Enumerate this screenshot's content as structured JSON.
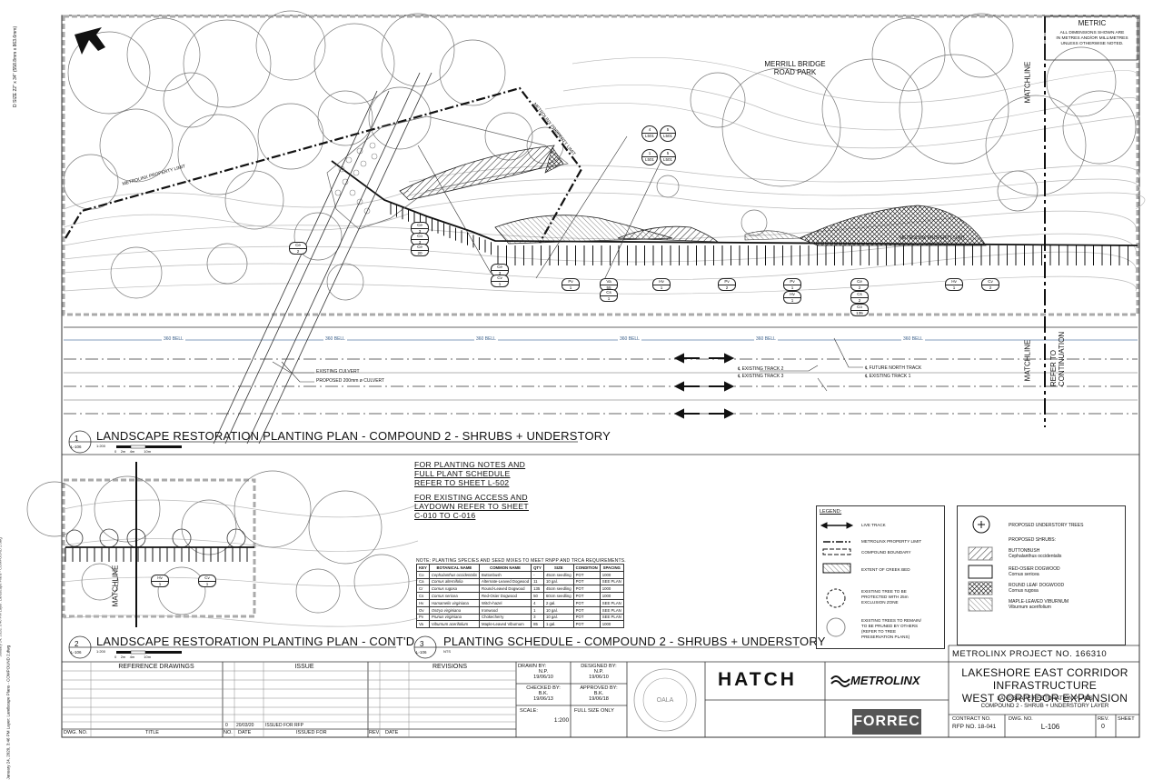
{
  "sheet_size": "D SIZE 22\" x 34\" (558.8mm x 863.6mm)",
  "metric": {
    "title": "METRIC",
    "note": [
      "ALL DIMENSIONS SHOWN ARE",
      "IN METRES AND/OR MILLIMETRES",
      "UNLESS OTHERWISE NOTED."
    ]
  },
  "plan_labels": {
    "park": [
      "MERRILL BRIDGE",
      "ROAD PARK"
    ],
    "property_limit": "METROLINX PROPERTY LIMIT",
    "property_limit_2": "METROLINX PROPERTY LIMIT",
    "property_limit_3": "METROLINX PROPERTY LIMIT",
    "matchline": "MATCHLINE",
    "matchline_2": "MATCHLINE",
    "matchline_3": "MATCHLINE",
    "refer_to": [
      "REFER TO",
      "CONTINUATION"
    ],
    "bell": "360 BELL",
    "existing_culvert": "EXISTING CULVERT",
    "proposed_culvert": "PROPOSED 200mm ø CULVERT",
    "track2": "℄ EXISTING TRACK 2",
    "track3": "℄ EXISTING TRACK 3",
    "future_north": "℄ FUTURE NORTH TRACK",
    "track1": "℄ EXISTING TRACK 1"
  },
  "tags": [
    {
      "code": "Ce",
      "qty": "2"
    },
    {
      "code": "Ce",
      "qty": "3"
    },
    {
      "code": "Co",
      "qty": "3"
    },
    {
      "code": "Ce",
      "qty": "20"
    },
    {
      "code": "Ce",
      "qty": "3"
    },
    {
      "code": "Cv",
      "qty": "1"
    },
    {
      "code": "Pv",
      "qty": "1"
    },
    {
      "code": "Va",
      "qty": "55"
    },
    {
      "code": "Cs",
      "qty": "1"
    },
    {
      "code": "Hv",
      "qty": "1"
    },
    {
      "code": "Pv",
      "qty": "2"
    },
    {
      "code": "Pv",
      "qty": "1"
    },
    {
      "code": "Ce",
      "qty": "2"
    },
    {
      "code": "Hv",
      "qty": "1"
    },
    {
      "code": "Cs",
      "qty": "2"
    },
    {
      "code": "Co",
      "qty": "135"
    },
    {
      "code": "Hv",
      "qty": "1"
    },
    {
      "code": "Cv",
      "qty": "2"
    },
    {
      "code": "Hv",
      "qty": "1"
    },
    {
      "code": "Cv",
      "qty": "1"
    }
  ],
  "detail_tags": [
    {
      "code": "4",
      "qty": "L501"
    },
    {
      "code": "5",
      "qty": "L501"
    },
    {
      "code": "1",
      "qty": "L501"
    },
    {
      "code": "5",
      "qty": "L501"
    }
  ],
  "title1": {
    "num": "1",
    "sheet": "L-106",
    "text": "LANDSCAPE RESTORATION PLANTING PLAN - COMPOUND 2 - SHRUBS + UNDERSTORY",
    "scale": "1:200",
    "ticks": [
      "0",
      "2m",
      "4m",
      "10m"
    ]
  },
  "title2": {
    "num": "2",
    "sheet": "L-106",
    "text": "LANDSCAPE RESTORATION PLANTING PLAN - CONT'D",
    "scale": "1:200",
    "ticks": [
      "0",
      "2m",
      "4m",
      "10m"
    ]
  },
  "title3": {
    "num": "3",
    "sheet": "L-106",
    "text": "PLANTING SCHEDULE - COMPOUND 2 - SHRUBS + UNDERSTORY",
    "scale": "NTS"
  },
  "notes": [
    [
      "FOR PLANTING NOTES AND",
      "FULL PLANT SCHEDULE",
      "REFER TO SHEET L-502"
    ],
    [
      "FOR EXISTING ACCESS AND",
      "LAYDOWN REFER TO SHEET",
      "C-010 TO C-016"
    ]
  ],
  "schedule": {
    "note": "NOTE: PLANTING SPECIES AND SEED MIXES TO MEET RNPP AND TRCA REQUIREMENTS.",
    "headers": [
      "KEY",
      "BOTANICAL NAME",
      "COMMON NAME",
      "QTY",
      "SIZE",
      "CONDITION",
      "SPACING"
    ],
    "rows": [
      [
        "Co",
        "Cephalanthus occidentalis",
        "Buttonbush",
        "-",
        "45cm seedling",
        "POT",
        "1000"
      ],
      [
        "Ca",
        "Cornus alternifolia",
        "Alternate-Leaved Dogwood",
        "11",
        "10 gal.",
        "POT",
        "SEE PLAN"
      ],
      [
        "Cr",
        "Cornus rugosa",
        "Round-Leaved Dogwood",
        "135",
        "45cm seedling",
        "POT",
        "1000"
      ],
      [
        "Cs",
        "Cornus sericea",
        "Red-Osier Dogwood",
        "50",
        "60cm seedling",
        "POT",
        "1000"
      ],
      [
        "Hv",
        "Hamamelis virginiana",
        "Witch-hazel",
        "4",
        "2 gal.",
        "POT",
        "SEE PLAN"
      ],
      [
        "Ov",
        "Ostrya virginiana",
        "Ironwood",
        "1",
        "10 gal.",
        "POT",
        "SEE PLAN"
      ],
      [
        "Pv",
        "Prunus virginiana",
        "Chokecherry",
        "3",
        "10 gal.",
        "POT",
        "SEE PLAN"
      ],
      [
        "Va",
        "Viburnum acerifolium",
        "Maple-Leaved Viburnum",
        "85",
        "1 gal.",
        "POT",
        "1000"
      ]
    ]
  },
  "legend": {
    "title": "LEGEND:",
    "items": [
      [
        "LIVE TRACK"
      ],
      [
        "METROLINX PROPERTY LIMIT"
      ],
      [
        "COMPOUND BOUNDARY"
      ],
      [
        "EXTENT OF CREEK BED"
      ],
      [
        "EXISTING TREE TO BE",
        "PROTECTED WITH 25m",
        "EXCLUSION ZONE"
      ],
      [
        "EXISTING TREES TO REMAIN/",
        "TO BE PRUNED BY OTHERS",
        "(REFER TO TREE",
        "PRESERVATION PLANS)"
      ]
    ]
  },
  "legend2": {
    "trees": "PROPOSED UNDERSTORY TREES",
    "shrubs": "PROPOSED SHRUBS:",
    "items": [
      [
        "BUTTONBUSH",
        "Cephalanthus occidentalis"
      ],
      [
        "RED-OSIER DOGWOOD",
        "Cornus sericea"
      ],
      [
        "ROUND LEAF DOGWOOD",
        "Cornus rugosa"
      ],
      [
        "MAPLE-LEAVED VIBURNUM",
        "Viburnum acerifolium"
      ]
    ]
  },
  "titleblock": {
    "reference_drawings": "REFERENCE DRAWINGS",
    "issue": "ISSUE",
    "revisions": "REVISIONS",
    "dwg_no": "DWG. NO.",
    "title": "TITLE",
    "no": "NO.",
    "date": "DATE",
    "issued_for": "ISSUED FOR",
    "rev": "REV.",
    "rev_date": "DATE",
    "issue_row": {
      "no": "0",
      "date": "20/03/20",
      "text": "ISSUED FOR RFP"
    },
    "drawn_by": [
      "DRAWN BY:",
      "N.P.",
      "19/06/10"
    ],
    "designed_by": [
      "DESIGNED BY:",
      "N.P.",
      "19/06/10"
    ],
    "checked_by": [
      "CHECKED BY:",
      "B.K.",
      "19/06/13"
    ],
    "approved_by": [
      "APPROVED BY:",
      "B.K.",
      "19/06/18"
    ],
    "scale_label": "SCALE:",
    "scale_note": "FULL SIZE ONLY",
    "scale_value": "1:200",
    "hatch": "HATCH",
    "metrolinx": "METROLINX",
    "forrec": "FORREC",
    "project": "METROLINX PROJECT NO.  166310",
    "title_lines": [
      "LAKESHORE EAST CORRIDOR INFRASTRUCTURE",
      "WEST CORRIDOR EXPANSION"
    ],
    "sub_lines": [
      "LANDSCAPE RESTORATION PLANS",
      "COMPOUND 2 - SHRUB + UNDERSTORY LAYER"
    ],
    "contract_no_label": "CONTRACT NO.",
    "contract_no": "RFP NO. 18-041",
    "dwg_no_label": "DWG. NO.",
    "dwg_no_value": "L-106",
    "rev_label": "REV.",
    "rev_value": "0",
    "sheet_label": "SHEET"
  },
  "file_stamp": "January 24, 2020, 3:46 PM   Layer: Landscape Plans - COMPOUND 2.dwg"
}
